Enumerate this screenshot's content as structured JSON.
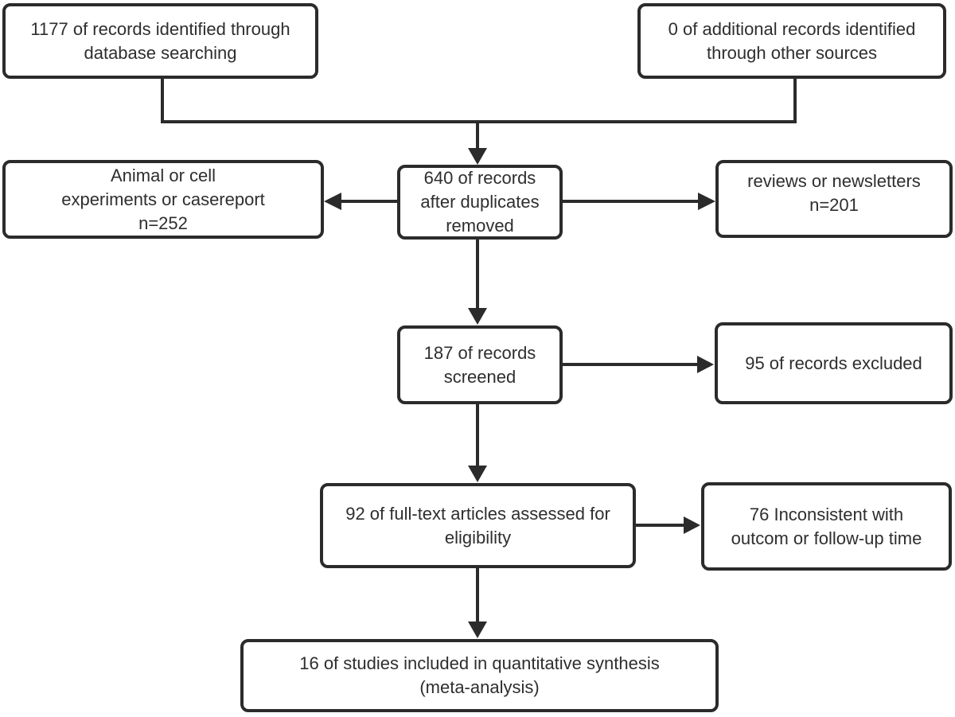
{
  "diagram": {
    "type": "flowchart",
    "colors": {
      "line": "#2b2b2b",
      "text": "#2e2e2e",
      "background": "#ffffff"
    },
    "boxes": {
      "identified": {
        "lines": [
          "1177 of records identified through",
          "database searching"
        ]
      },
      "additional": {
        "lines": [
          "0 of additional records identified",
          "through other sources"
        ]
      },
      "animal": {
        "lines": [
          "Animal or cell",
          "experiments or casereport",
          "n=252"
        ]
      },
      "duplicates": {
        "lines": [
          "640 of records",
          "after duplicates",
          "removed"
        ]
      },
      "reviews": {
        "lines": [
          "reviews or newsletters",
          "n=201"
        ]
      },
      "screened": {
        "lines": [
          "187 of records",
          "screened"
        ]
      },
      "excluded95": {
        "lines": [
          "95 of records excluded"
        ]
      },
      "fulltext": {
        "lines": [
          "92 of full-text articles assessed for",
          "eligibility"
        ]
      },
      "inconsistent": {
        "lines": [
          "76 Inconsistent with",
          "outcom or follow-up time"
        ]
      },
      "included": {
        "lines": [
          "16 of studies included in quantitative synthesis",
          "(meta-analysis)"
        ]
      }
    }
  }
}
